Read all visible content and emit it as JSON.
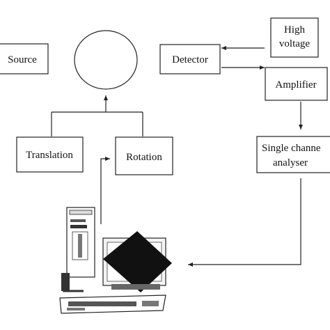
{
  "diagram": {
    "nodes": {
      "source": {
        "label": "Source"
      },
      "detector": {
        "label": "Detector"
      },
      "high_voltage": {
        "line1": "High",
        "line2": "voltage"
      },
      "amplifier": {
        "label": "Amplifier"
      },
      "single_channel_analyser": {
        "line1": "Single channe",
        "line2": "analyser"
      },
      "translation": {
        "label": "Translation"
      },
      "rotation": {
        "label": "Rotation"
      }
    }
  }
}
